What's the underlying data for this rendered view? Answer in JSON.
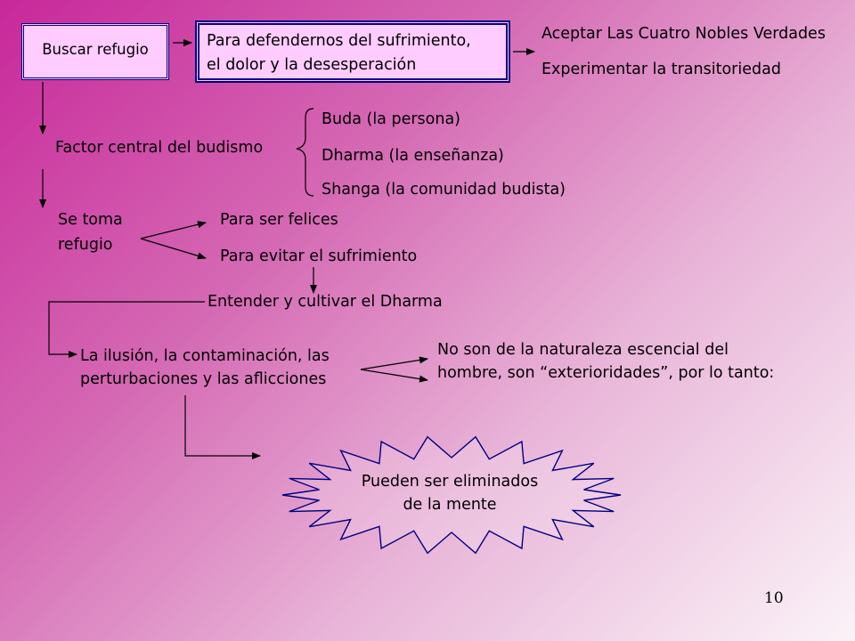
{
  "nodes": {
    "buscar_refugio": "Buscar refugio",
    "defender_line1": "Para defendernos del sufrimiento,",
    "defender_line2": "el dolor y la desesperación",
    "aceptar": "Aceptar Las Cuatro Nobles Verdades",
    "experimentar": "Experimentar la transitoriedad",
    "factor_central": "Factor central del budismo",
    "buda": "Buda (la persona)",
    "dharma": "Dharma (la enseñanza)",
    "shanga": "Shanga (la comunidad budista)",
    "se_toma_line1": "Se toma",
    "se_toma_line2": "refugio",
    "ser_felices": "Para ser felices",
    "evitar_sufrimiento": "Para evitar el sufrimiento",
    "entender": "Entender y cultivar el Dharma",
    "ilusion_line1": "La ilusión, la contaminación, las",
    "ilusion_line2": "perturbaciones y las aflicciones",
    "no_son_line1": "No son de la naturaleza escencial del",
    "no_son_line2": "hombre, son “exterioridades”, por lo tanto:",
    "pueden_line1": "Pueden ser eliminados",
    "pueden_line2": "de la mente"
  },
  "page_number": "10",
  "colors": {
    "box_fill": "#ffccff",
    "box_border": "#000080",
    "burst_stroke": "#000080",
    "burst_fill": "#ffffff"
  }
}
